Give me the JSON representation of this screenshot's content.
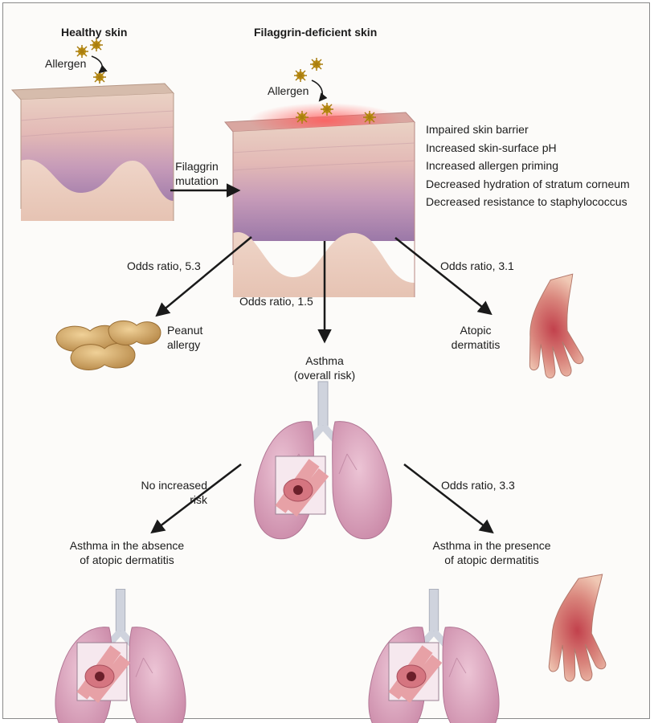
{
  "headings": {
    "healthy": "Healthy skin",
    "deficient": "Filaggrin-deficient skin"
  },
  "allergen_label": "Allergen",
  "mutation_label": [
    "Filaggrin",
    "mutation"
  ],
  "effects": [
    "Impaired skin barrier",
    "Increased skin-surface pH",
    "Increased allergen priming",
    "Decreased hydration of stratum corneum",
    "Decreased resistance to staphylococcus"
  ],
  "odds": {
    "peanut": "Odds ratio, 5.3",
    "asthma": "Odds ratio, 1.5",
    "dermatitis": "Odds ratio, 3.1",
    "asthma_with_ad": "Odds ratio, 3.3",
    "asthma_without_ad": [
      "No increased",
      "risk"
    ]
  },
  "outcomes": {
    "peanut": [
      "Peanut",
      "allergy"
    ],
    "dermatitis": [
      "Atopic",
      "dermatitis"
    ],
    "asthma": [
      "Asthma",
      "(overall risk)"
    ],
    "asthma_without_ad": [
      "Asthma in the absence",
      "of atopic dermatitis"
    ],
    "asthma_with_ad": [
      "Asthma in the presence",
      "of atopic dermatitis"
    ]
  },
  "colors": {
    "skin_top": "#eac9b6",
    "skin_mid": "#d8a6b0",
    "basal": "#9d7aa8",
    "dermis": "#f0d3c4",
    "inflamed": "#e0505a",
    "lung": "#d9a1ba",
    "trachea": "#cfd3dd",
    "allergen": "#c99b1a",
    "arrow": "#1a1a1a"
  }
}
